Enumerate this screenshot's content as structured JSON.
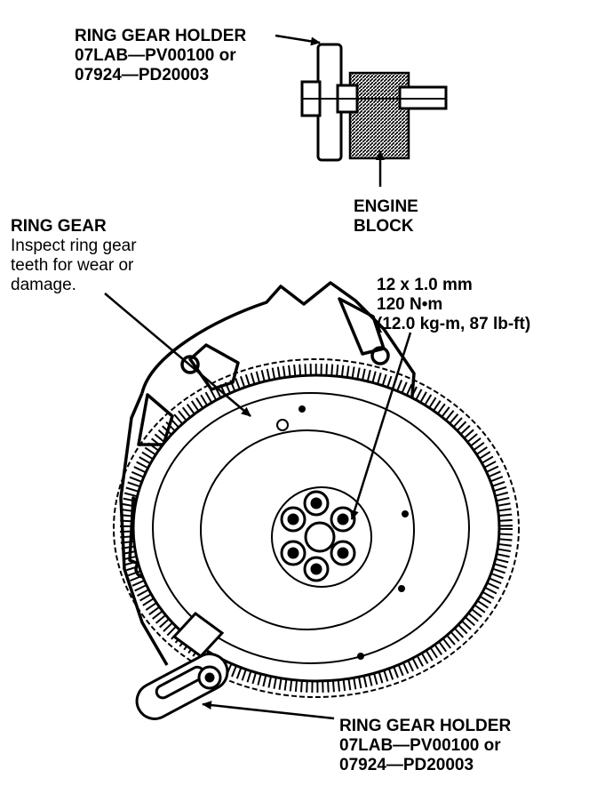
{
  "top_holder": {
    "title": "RING GEAR HOLDER",
    "part1": "07LAB—PV00100 or",
    "part2": "07924—PD20003"
  },
  "engine_block": {
    "line1": "ENGINE",
    "line2": "BLOCK"
  },
  "ring_gear": {
    "title": "RING GEAR",
    "note1": "Inspect ring gear",
    "note2": "teeth for wear or",
    "note3": "damage."
  },
  "torque_spec": {
    "size": "12 x 1.0 mm",
    "torque": "120 N•m",
    "alt": "(12.0 kg-m, 87 lb-ft)"
  },
  "bottom_holder": {
    "title": "RING GEAR HOLDER",
    "part1": "07LAB—PV00100 or",
    "part2": "07924—PD20003"
  }
}
